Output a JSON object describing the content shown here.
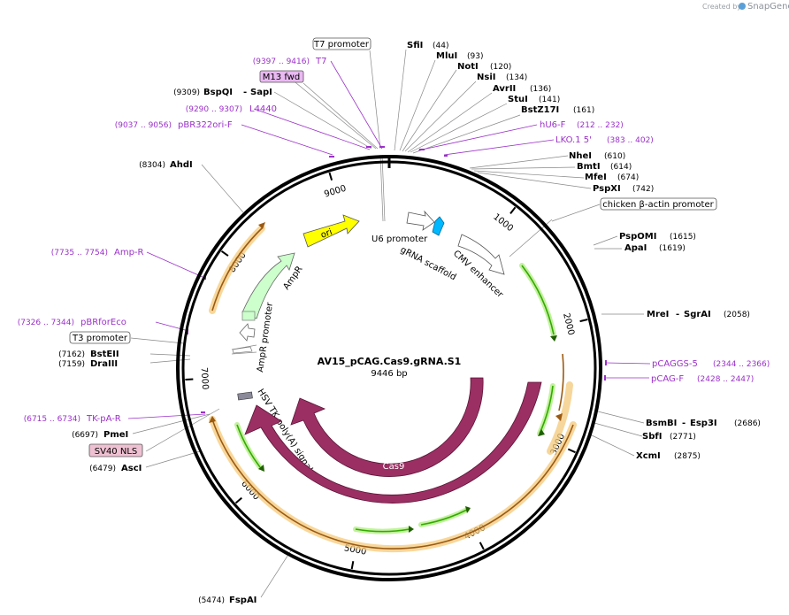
{
  "credit": {
    "text": "Created by",
    "brand": "SnapGene"
  },
  "plasmid": {
    "name": "AV15_pCAG.Cas9.gRNA.S1",
    "size_label": "9446 bp"
  },
  "ticks": [
    "1000",
    "2000",
    "3000",
    "4000",
    "5000",
    "6000",
    "7000",
    "8000",
    "9000"
  ],
  "features": {
    "ori": "ori",
    "ampr": "AmpR",
    "ampr_promoter": "AmpR promoter",
    "u6_promoter": "U6 promoter",
    "grna_scaffold": "gRNA scaffold",
    "cmv_enhancer": "CMV enhancer",
    "hsv_tk": "HSV TK poly(A) signal",
    "cas9_inner": "Cas9",
    "cas9_outer": "Cas9",
    "ampr_small": "..."
  },
  "boxed_labels": {
    "t7_promoter": "T7 promoter",
    "m13_fwd": "M13 fwd",
    "chicken_actin": "chicken β-actin promoter",
    "t3_promoter": "T3 promoter",
    "sv40_nls": "SV40 NLS"
  },
  "top_primers": [
    {
      "pos": "(9397 .. 9416)",
      "name": "T7"
    },
    {
      "pos": "(9290 .. 9307)",
      "name": "L4440"
    },
    {
      "pos": "(9037 .. 9056)",
      "name": "pBR322ori-F"
    }
  ],
  "right_primers": [
    {
      "name": "hU6-F",
      "pos": "(212 .. 232)"
    },
    {
      "name": "LKO.1 5'",
      "pos": "(383 .. 402)"
    },
    {
      "name": "pCAGGS-5",
      "pos": "(2344 .. 2366)"
    },
    {
      "name": "pCAG-F",
      "pos": "(2428 .. 2447)"
    }
  ],
  "left_primers": [
    {
      "pos": "(7735 .. 7754)",
      "name": "Amp-R"
    },
    {
      "pos": "(7326 .. 7344)",
      "name": "pBRforEco"
    },
    {
      "pos": "(6715 .. 6734)",
      "name": "TK-pA-R"
    }
  ],
  "enzymes_top_right": [
    {
      "name": "SfiI",
      "pos": "(44)"
    },
    {
      "name": "MluI",
      "pos": "(93)"
    },
    {
      "name": "NotI",
      "pos": "(120)"
    },
    {
      "name": "NsiI",
      "pos": "(134)"
    },
    {
      "name": "AvrII",
      "pos": "(136)"
    },
    {
      "name": "StuI",
      "pos": "(141)"
    },
    {
      "name": "BstZ17I",
      "pos": "(161)"
    }
  ],
  "enzymes_right": [
    {
      "name": "NheI",
      "pos": "(610)"
    },
    {
      "name": "BmtI",
      "pos": "(614)"
    },
    {
      "name": "MfeI",
      "pos": "(674)"
    },
    {
      "name": "PspXI",
      "pos": "(742)"
    },
    {
      "name": "PspOMI",
      "pos": "(1615)"
    },
    {
      "name": "ApaI",
      "pos": "(1619)"
    },
    {
      "name": "MreI",
      "name2": "SgrAI",
      "pos": "(2058)"
    },
    {
      "name": "BsmBI",
      "name2": "Esp3I",
      "pos": "(2686)"
    },
    {
      "name": "SbfI",
      "pos": "(2771)"
    },
    {
      "name": "XcmI",
      "pos": "(2875)"
    }
  ],
  "enzymes_left": [
    {
      "pos": "(9309)",
      "name": "BspQI",
      "name2": "SapI"
    },
    {
      "pos": "(8304)",
      "name": "AhdI"
    },
    {
      "pos": "(7162)",
      "name": "BstEII"
    },
    {
      "pos": "(7159)",
      "name": "DraIII"
    },
    {
      "pos": "(6697)",
      "name": "PmeI"
    },
    {
      "pos": "(6479)",
      "name": "AscI"
    },
    {
      "pos": "(5474)",
      "name": "FspAI"
    }
  ],
  "colors": {
    "backbone": "#000000",
    "ori": "#ffff00",
    "ampr": "#ccffcc",
    "cas9": "#9b2f63",
    "primer": "#9b30c9",
    "grna": "#00b8ff",
    "green_arrow": "#33aa00",
    "orange_halo": "#f5c97a"
  }
}
